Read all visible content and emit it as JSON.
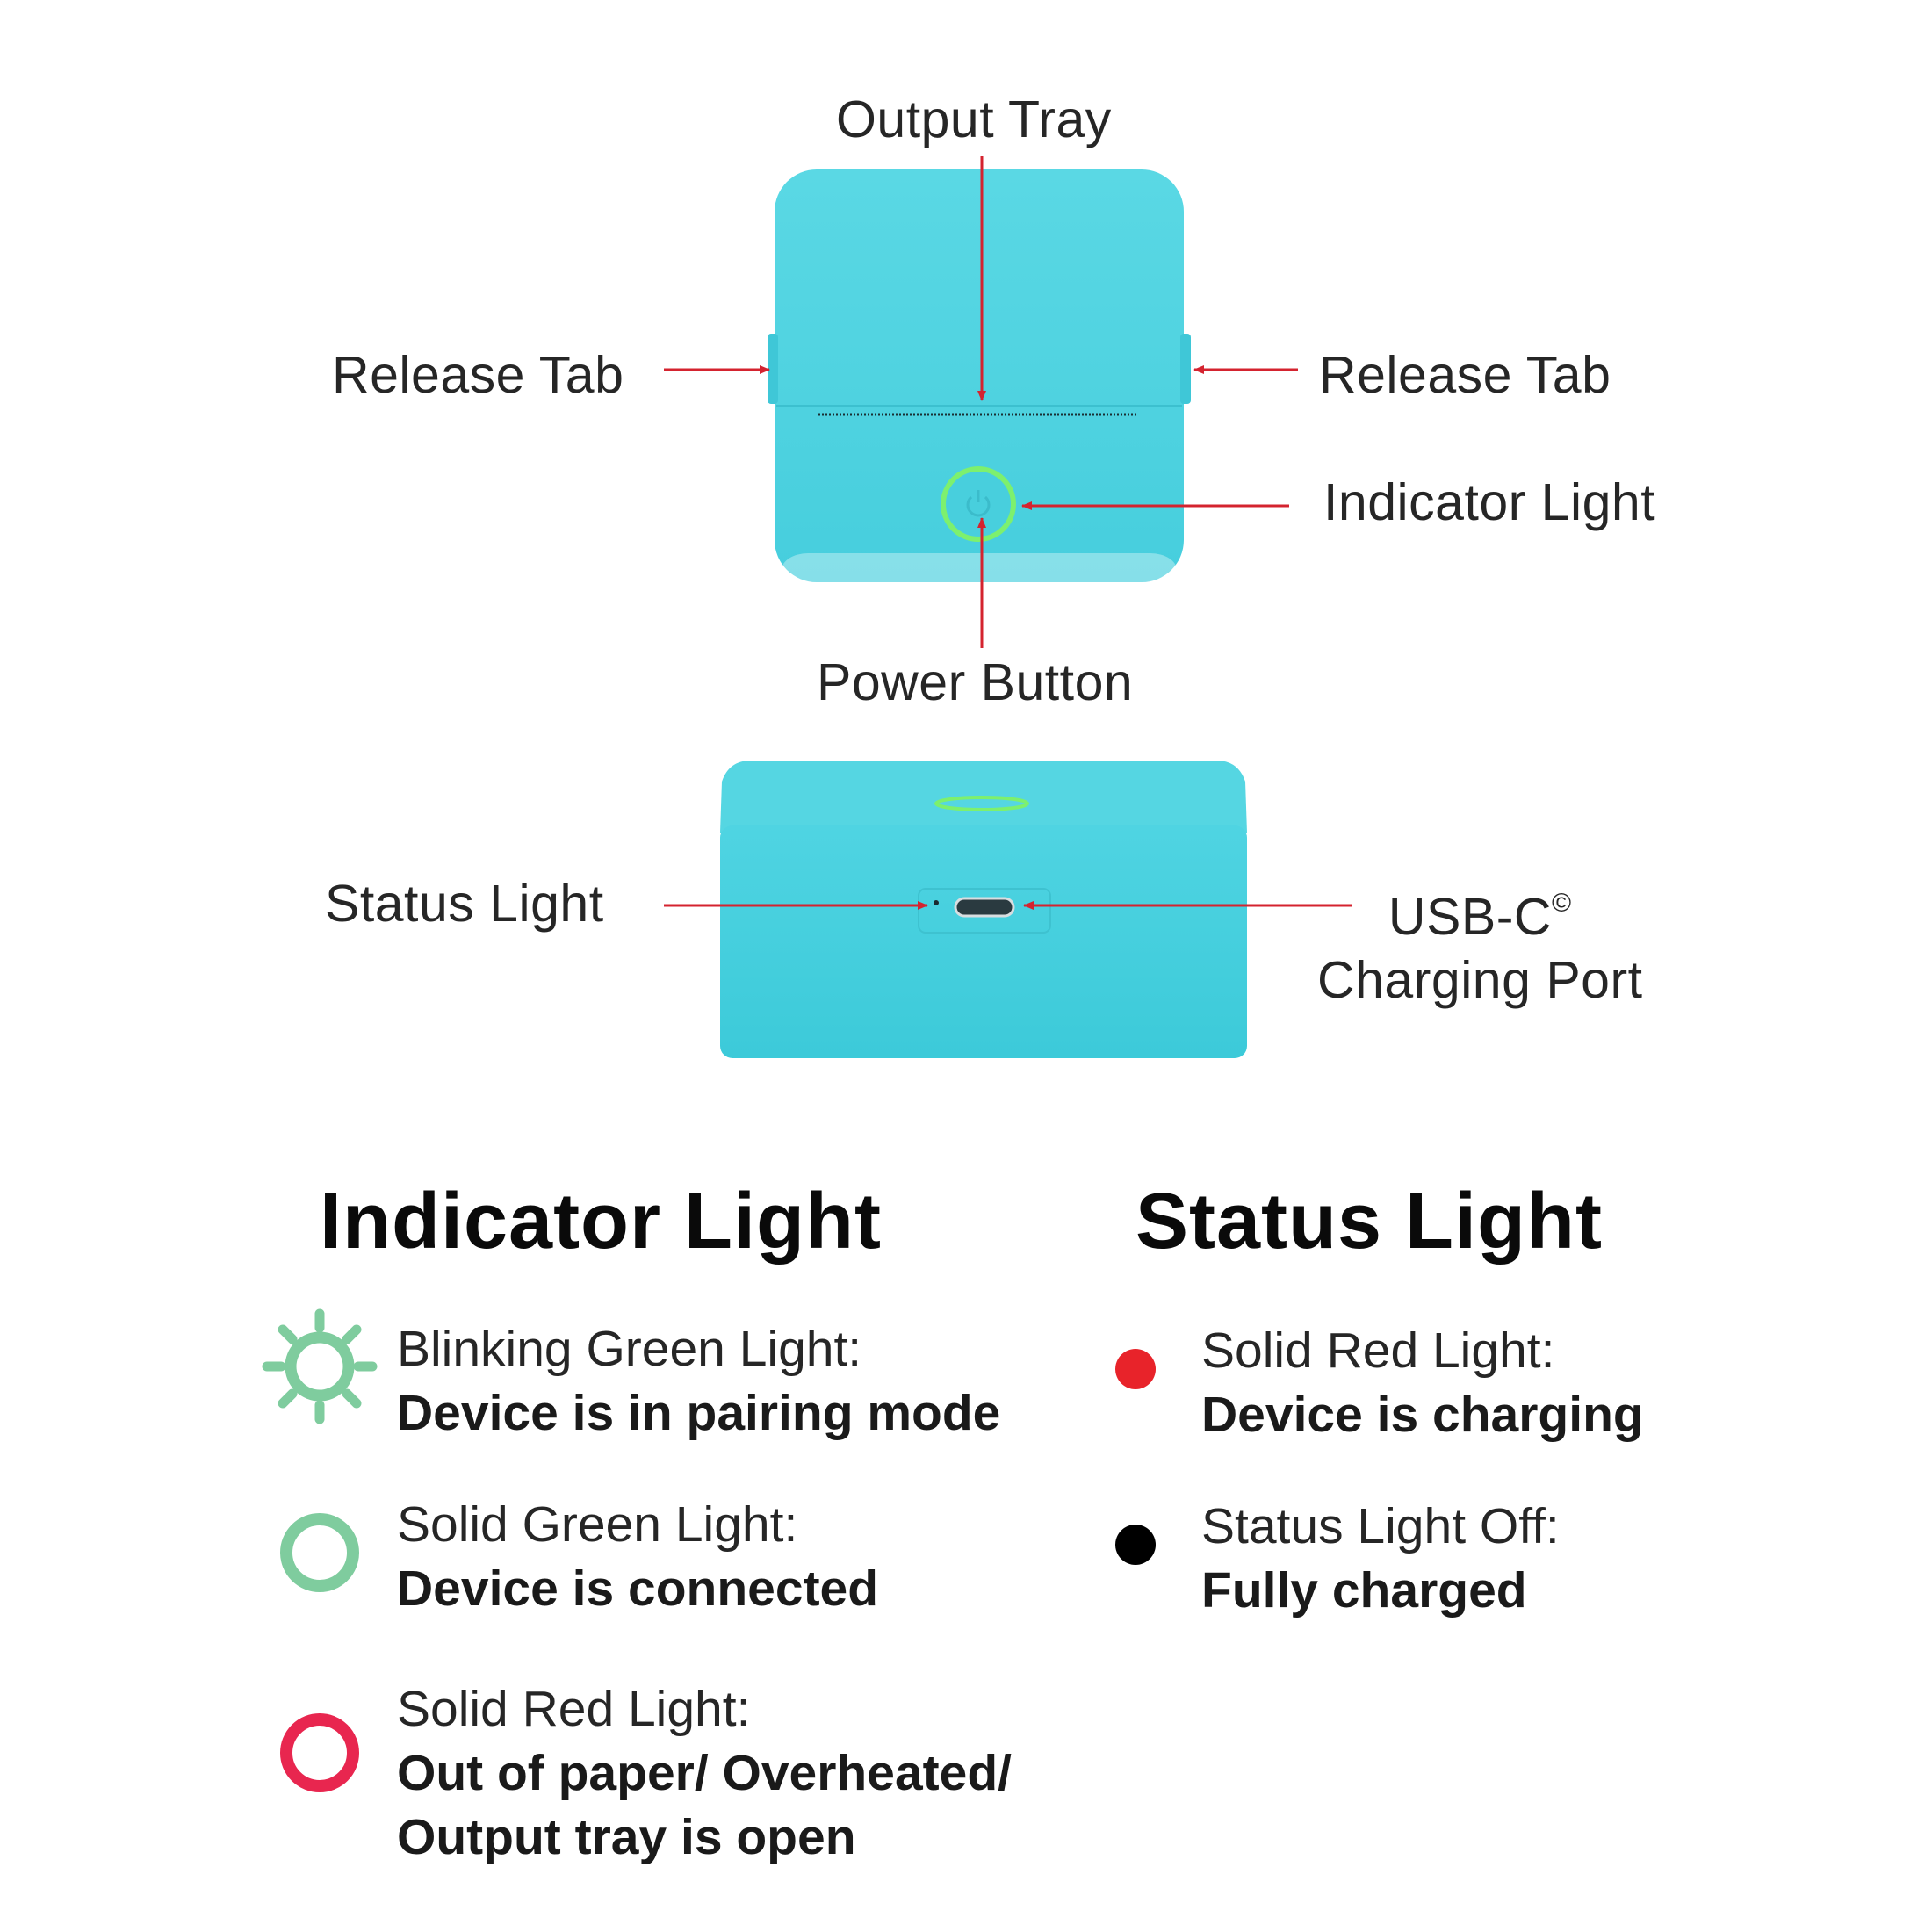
{
  "colors": {
    "device": "#4ad0df",
    "device_dark": "#38c4d4",
    "arrow": "#d4232f",
    "indicator_ring": "#7df06e",
    "legend_green": "#7fcc9e",
    "legend_red_ring": "#e8264f",
    "status_red": "#e8232a",
    "status_off": "#000000"
  },
  "callouts": {
    "output_tray": "Output Tray",
    "release_tab_left": "Release Tab",
    "release_tab_right": "Release Tab",
    "indicator_light": "Indicator Light",
    "power_button": "Power Button",
    "status_light": "Status Light",
    "usb_c_line1": "USB-C",
    "usb_c_mark": "©",
    "usb_c_line2": "Charging Port"
  },
  "legend": {
    "indicator": {
      "title": "Indicator Light",
      "items": [
        {
          "icon": "blinking-green-icon",
          "label": "Blinking Green Light:",
          "meaning": "Device is in pairing mode"
        },
        {
          "icon": "solid-green-ring-icon",
          "label": "Solid Green Light:",
          "meaning": "Device is connected"
        },
        {
          "icon": "solid-red-ring-icon",
          "label": "Solid Red Light:",
          "meaning_line1": "Out of paper/ Overheated/",
          "meaning_line2": "Output tray is open"
        }
      ]
    },
    "status": {
      "title": "Status Light",
      "items": [
        {
          "icon": "red-dot-icon",
          "label": "Solid Red Light:",
          "meaning": "Device is charging"
        },
        {
          "icon": "black-dot-icon",
          "label": "Status Light Off:",
          "meaning": "Fully charged"
        }
      ]
    }
  }
}
